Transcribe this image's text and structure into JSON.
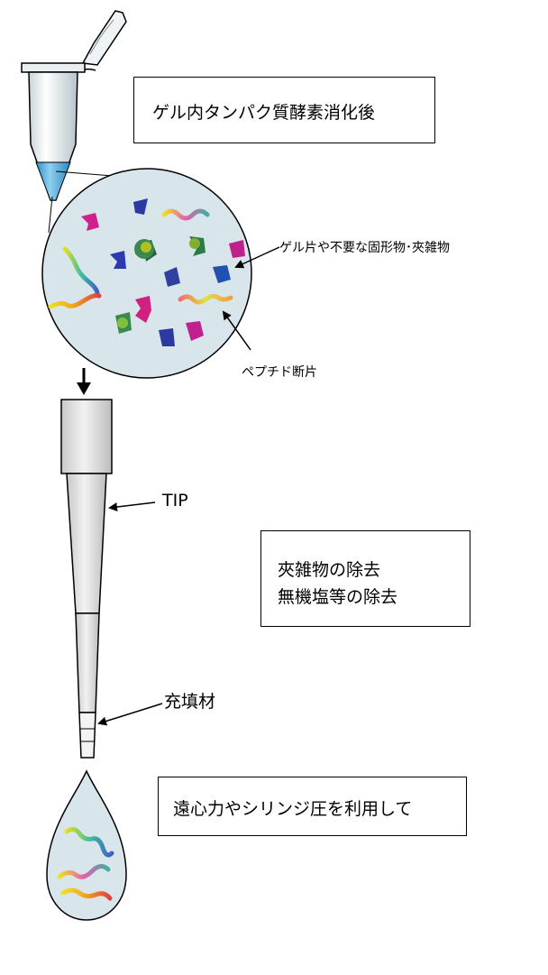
{
  "boxes": {
    "digestion": "ゲル内タンパク質酵素消化後",
    "removal_line1": "夾雑物の除去",
    "removal_line2": "無機塩等の除去",
    "elution": "遠心力やシリンジ圧を利用して"
  },
  "labels": {
    "contaminants": "ゲル片や不要な固形物･夾雑物",
    "peptides": "ペプチド断片",
    "tip": "TIP",
    "packing": "充填材"
  },
  "colors": {
    "liquid": "#d8e6ec",
    "tube_blue": "#4fa8d8",
    "outline": "#000000",
    "tip_gray": "#d9d9d9"
  }
}
